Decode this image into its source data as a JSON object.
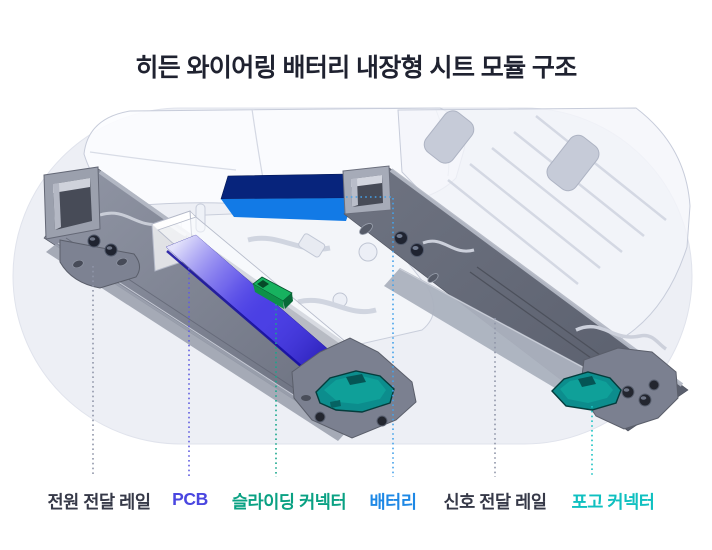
{
  "title": "히든 와이어링 배터리 내장형 시트 모듈 구조",
  "legend": {
    "items": [
      {
        "id": "power-rail",
        "label": "전원 전달 레일",
        "color": "#363948",
        "leader_color": "#8f95a8"
      },
      {
        "id": "pcb",
        "label": "PCB",
        "color": "#4a46e0",
        "leader_color": "#615de0"
      },
      {
        "id": "sliding-connector",
        "label": "슬라이딩 커넥터",
        "color": "#0aa183",
        "leader_color": "#18a78c"
      },
      {
        "id": "battery",
        "label": "배터리",
        "color": "#1e88e5",
        "leader_color": "#45a2ea"
      },
      {
        "id": "signal-rail",
        "label": "신호 전달 레일",
        "color": "#363948",
        "leader_color": "#8f95a8"
      },
      {
        "id": "pogo-connector",
        "label": "포고 커넥터",
        "color": "#0fc0c0",
        "leader_color": "#18c2c2"
      }
    ]
  },
  "diagram": {
    "components": [
      "power-transfer-rail",
      "pcb-strip",
      "sliding-connector",
      "battery",
      "signal-transfer-rail",
      "pogo-connector",
      "seat-frame-ghost"
    ],
    "colors": {
      "backdrop": "#edeff5",
      "rail_gray": "#6e7382",
      "pcb_blue": "#4b40e4",
      "battery_top": "#07247c",
      "battery_front": "#127ae6",
      "connector_teal": "#0c8d8d",
      "connector_green": "#17b25f"
    }
  }
}
